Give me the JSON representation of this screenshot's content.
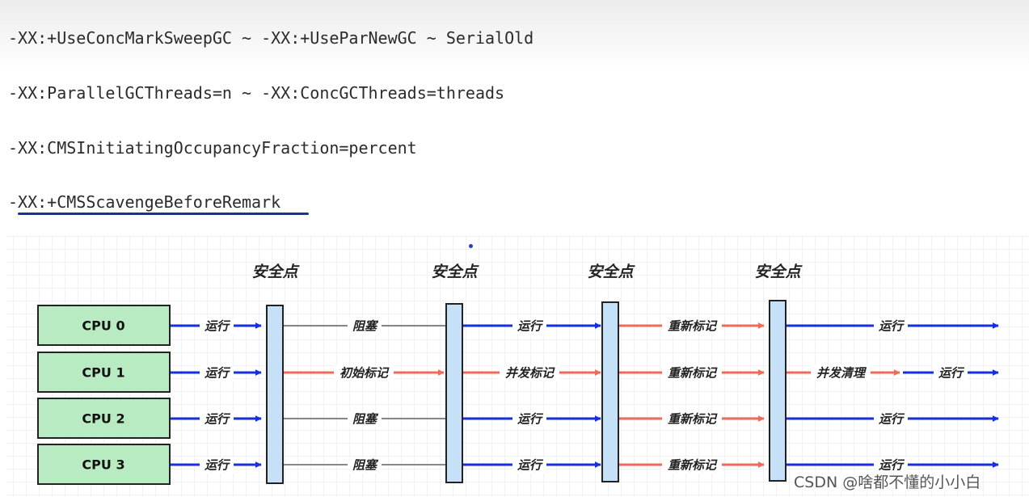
{
  "options": [
    "-XX:+UseConcMarkSweepGC ~ -XX:+UseParNewGC ~ SerialOld",
    "-XX:ParallelGCThreads=n ~ -XX:ConcGCThreads=threads",
    "-XX:CMSInitiatingOccupancyFraction=percent",
    "-XX:+CMSScavengeBeforeRemark"
  ],
  "safepoint_label": "安全点",
  "cpus": [
    "CPU 0",
    "CPU 1",
    "CPU 2",
    "CPU 3"
  ],
  "segments": [
    [
      "运行",
      "阻塞",
      "运行",
      "重新标记",
      "运行"
    ],
    [
      "运行",
      "初始标记",
      "并发标记",
      "重新标记",
      "并发清理",
      "运行"
    ],
    [
      "运行",
      "阻塞",
      "运行",
      "重新标记",
      "运行"
    ],
    [
      "运行",
      "阻塞",
      "运行",
      "重新标记",
      "运行"
    ]
  ],
  "colors": {
    "run": "#1530e0",
    "block": "#888888",
    "gc": "#f06a5a",
    "cpu_fill": "#b8ebc2",
    "safepoint_fill": "#c5e0f7"
  },
  "watermark": "CSDN @啥都不懂的小小白"
}
